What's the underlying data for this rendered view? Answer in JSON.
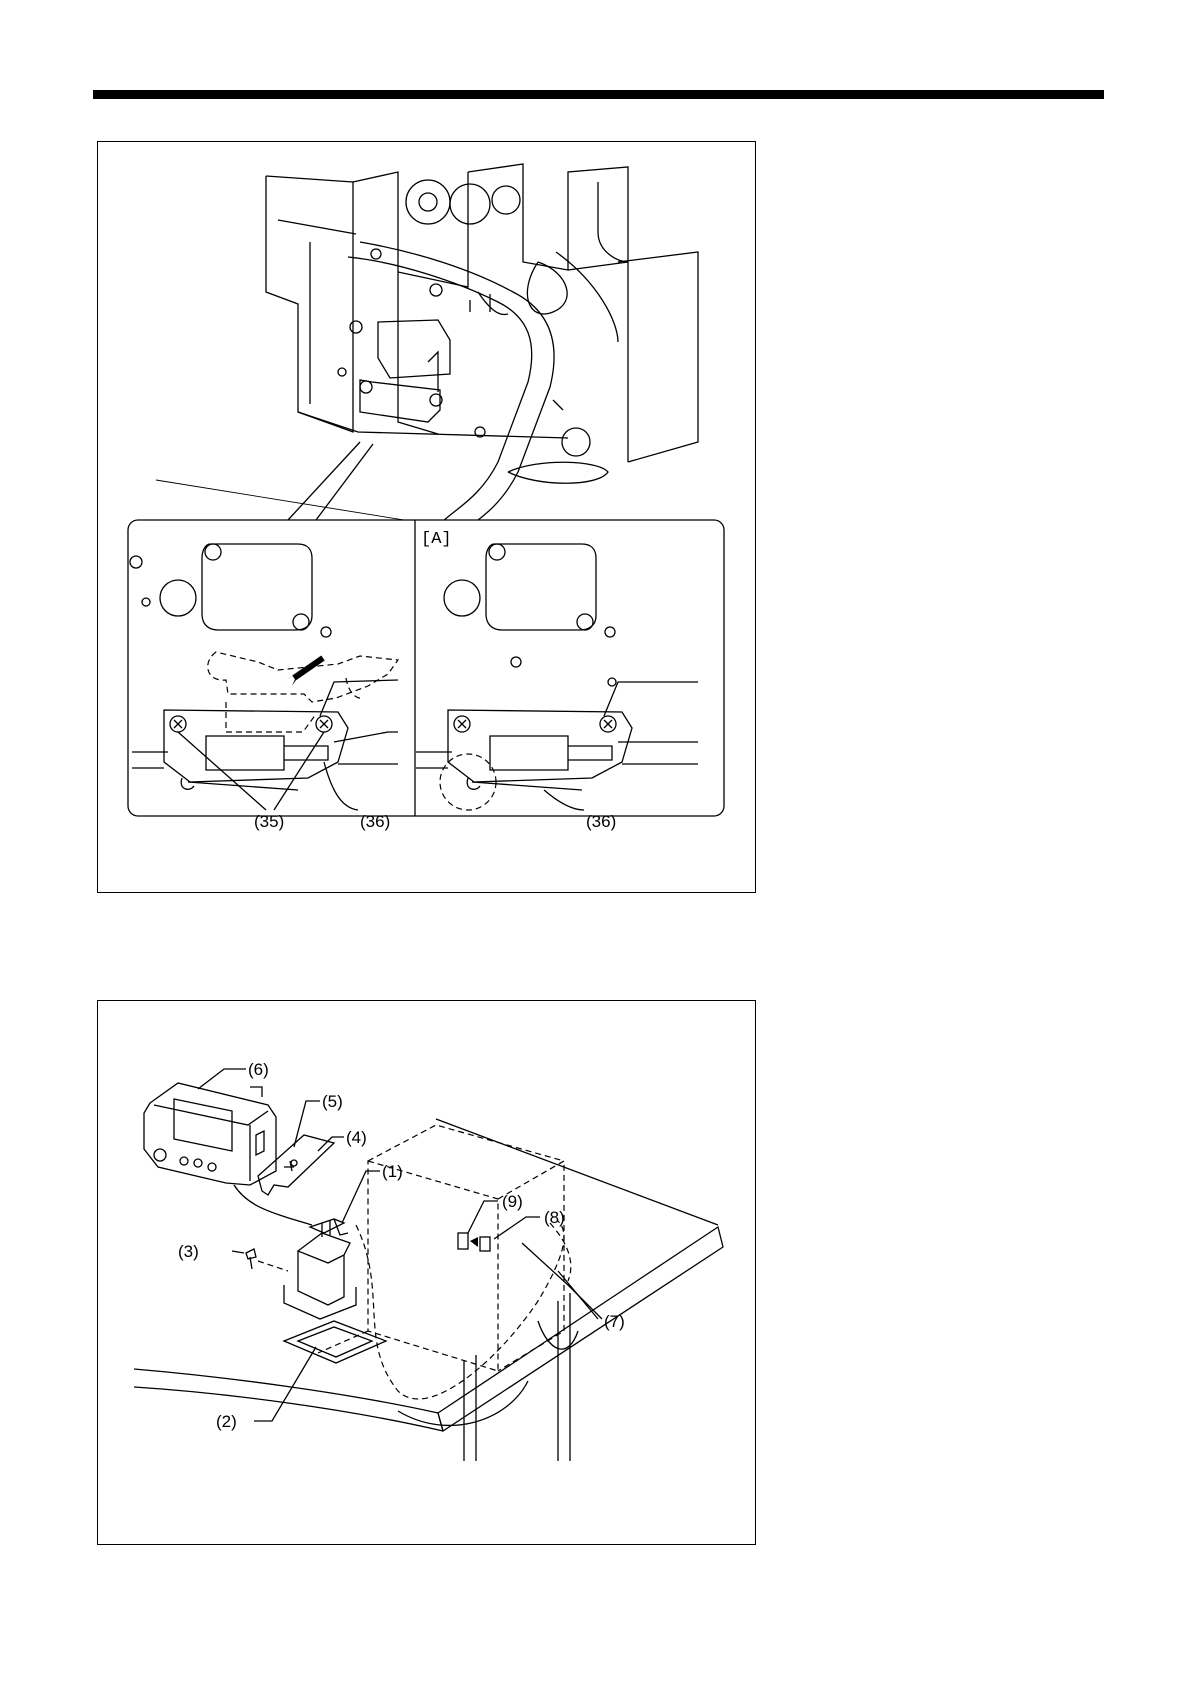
{
  "figure1": {
    "detail_label": "[A]",
    "labels": {
      "screws": "(35)",
      "switch_left": "(36)",
      "switch_right": "(36)"
    }
  },
  "figure2": {
    "labels": {
      "part1": "(1)",
      "part2": "(2)",
      "part3": "(3)",
      "part4": "(4)",
      "part5": "(5)",
      "part6": "(6)",
      "part7": "(7)",
      "part8": "(8)",
      "part9": "(9)"
    }
  }
}
